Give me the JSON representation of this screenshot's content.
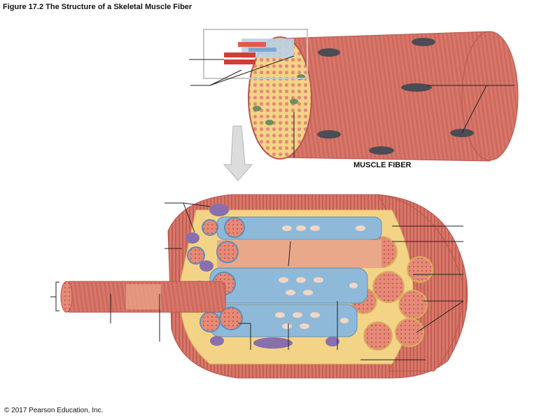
{
  "figure": {
    "title": "Figure 17.2 The Structure of a Skeletal Muscle Fiber",
    "label_muscle_fiber": "MUSCLE FIBER",
    "copyright": "© 2017 Pearson Education, Inc."
  },
  "colors": {
    "muscle": "#d9776a",
    "muscle_dark": "#b9554b",
    "sarcoplasm": "#f3d486",
    "reticulum": "#8fb9d8",
    "nucleus": "#4c4c55",
    "mito": "#8a6fae",
    "myofibril": "#e58a78"
  }
}
